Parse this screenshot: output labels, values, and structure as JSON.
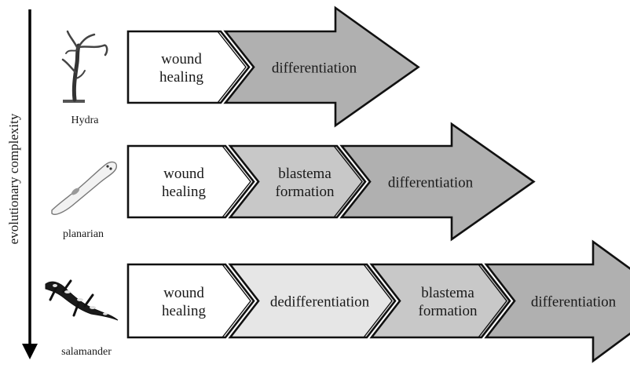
{
  "axis": {
    "label": "evolutionary complexity"
  },
  "colors": {
    "white": "#ffffff",
    "light": "#e6e6e6",
    "medium": "#c8c8c8",
    "dark": "#b0b0b0",
    "stroke": "#111111"
  },
  "rows": [
    {
      "organism": "Hydra",
      "icon": "hydra-icon",
      "steps": [
        {
          "lines": [
            "wound",
            "healing"
          ],
          "tone": "white"
        },
        {
          "lines": [
            "differentiation"
          ],
          "tone": "dark"
        }
      ]
    },
    {
      "organism": "planarian",
      "icon": "planarian-icon",
      "steps": [
        {
          "lines": [
            "wound",
            "healing"
          ],
          "tone": "white"
        },
        {
          "lines": [
            "blastema",
            "formation"
          ],
          "tone": "medium"
        },
        {
          "lines": [
            "differentiation"
          ],
          "tone": "dark"
        }
      ]
    },
    {
      "organism": "salamander",
      "icon": "salamander-icon",
      "steps": [
        {
          "lines": [
            "wound",
            "healing"
          ],
          "tone": "white"
        },
        {
          "lines": [
            "dedifferentiation"
          ],
          "tone": "light"
        },
        {
          "lines": [
            "blastema",
            "formation"
          ],
          "tone": "medium"
        },
        {
          "lines": [
            "differentiation"
          ],
          "tone": "dark"
        }
      ]
    }
  ]
}
